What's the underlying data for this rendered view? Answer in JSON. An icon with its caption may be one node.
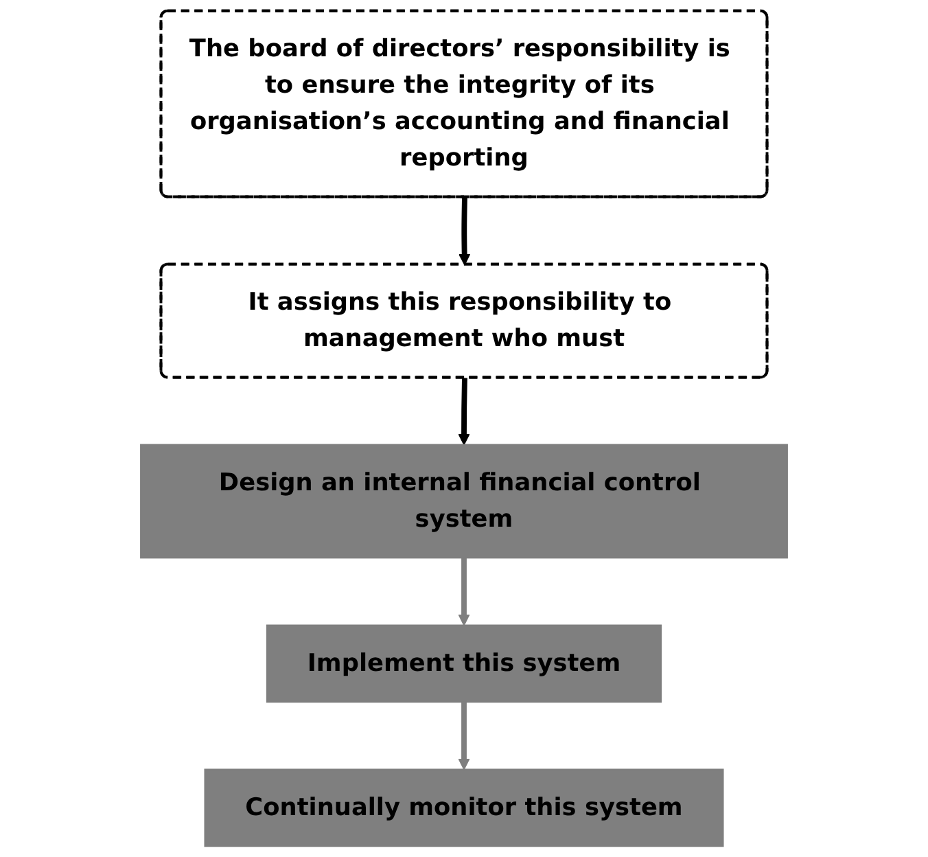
{
  "diagram": {
    "nodes": [
      {
        "text": [
          "The board of directors’ responsibility is to ensure the integrity of its organisation’s accounting and financial reporting"
        ]
      },
      {
        "text": [
          "It assigns this responsibility to management who must"
        ]
      },
      {
        "text": [
          "Design an internal financial control system"
        ]
      },
      {
        "text": [
          "Implement this system"
        ]
      },
      {
        "text": [
          "Continually monitor this system"
        ]
      }
    ],
    "edges": [
      {
        "from": 0,
        "to": 1,
        "arrow": "to"
      },
      {
        "from": 1,
        "to": 2,
        "arrow": "to"
      },
      {
        "from": 2,
        "to": 3,
        "arrow": "to",
        "color": "#7f7f7f"
      },
      {
        "from": 3,
        "to": 4,
        "arrow": "to",
        "color": "#7f7f7f"
      }
    ]
  }
}
